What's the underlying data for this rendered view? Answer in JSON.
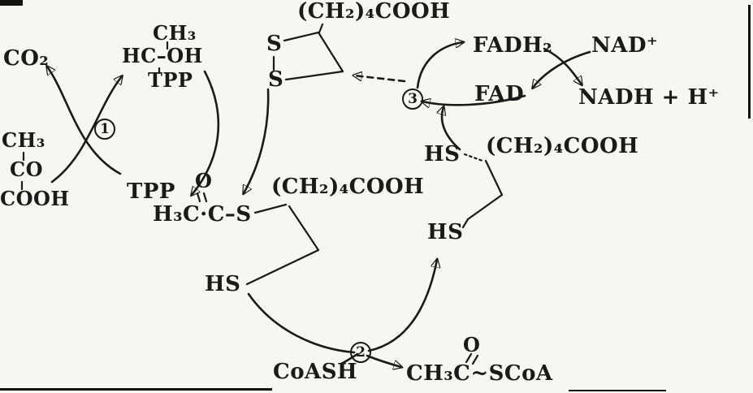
{
  "colors": {
    "ink": "#1a1a1a",
    "paper": "#f7f6f1"
  },
  "labels": {
    "co2": "CO₂",
    "pyruvate_ch3": "CH₃",
    "pyruvate_co": "CO",
    "pyruvate_cooh": "COOH",
    "step1": "1",
    "het_ch3": "CH₃",
    "het_hcoh": "HC–OH",
    "het_tpp": "TPP",
    "tpp": "TPP",
    "ring_s_upper": "S",
    "ring_s_lower": "S",
    "ring_side_chain": "(CH₂)₄COOH",
    "acetyl_o": "O",
    "acetyl_group": "H₃C·C–S",
    "mid_side_chain": "(CH₂)₄COOH",
    "mid_hs": "HS",
    "right_hs_upper": "HS",
    "right_side_chain": "(CH₂)₄COOH",
    "right_hs_lower": "HS",
    "step3": "3",
    "fadh2": "FADH₂",
    "fad": "FAD",
    "nad": "NAD⁺",
    "nadh": "NADH + H⁺",
    "step2": "2",
    "coash": "CoASH",
    "acoa_o": "O",
    "acoa": "CH₃C~SCoA"
  }
}
